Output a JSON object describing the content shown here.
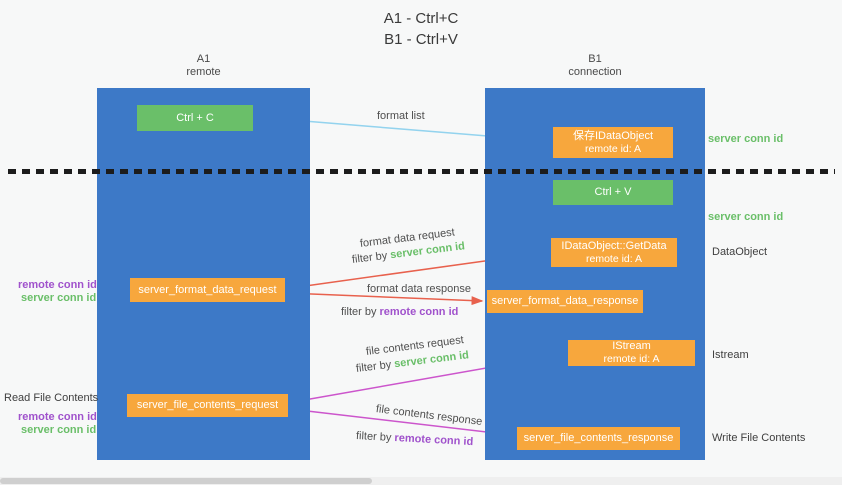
{
  "title": {
    "line1": "A1 - Ctrl+C",
    "line2": "B1 - Ctrl+V"
  },
  "lanes": {
    "left": {
      "name": "A1",
      "role": "remote"
    },
    "right": {
      "name": "B1",
      "role": "connection"
    }
  },
  "boxes": {
    "ctrl_c": "Ctrl + C",
    "ctrl_v": "Ctrl + V",
    "save_dataobject_l1": "保存IDataObject",
    "save_dataobject_l2": "remote id: A",
    "getdata_l1": "IDataObject::GetData",
    "getdata_l2": "remote id: A",
    "istream_l1": "IStream",
    "istream_l2": "remote id: A",
    "format_request": "server_format_data_request",
    "format_response": "server_format_data_response",
    "file_request": "server_file_contents_request",
    "file_response": "server_file_contents_response"
  },
  "labels": {
    "format_list": "format list",
    "server_conn_id": "server conn id",
    "remote_conn_id": "remote conn id",
    "filter_by": "filter by ",
    "dataobject": "DataObject",
    "istream": "Istream",
    "read_file_contents": "Read File Contents",
    "write_file_contents": "Write File Contents",
    "format_data_request": "format data request",
    "format_data_response": "format data response",
    "file_contents_request": "file contents request",
    "file_contents_response": "file contents response"
  },
  "colors": {
    "lane_blue": "#3d79c7",
    "green": "#6abf69",
    "orange": "#f7a73d",
    "red_arrow": "#e8614d",
    "magenta_arrow": "#cc55cc",
    "purple_text": "#a052cc",
    "blue_arrow": "#93d3ee",
    "black_arrow": "#1c1c1c"
  }
}
